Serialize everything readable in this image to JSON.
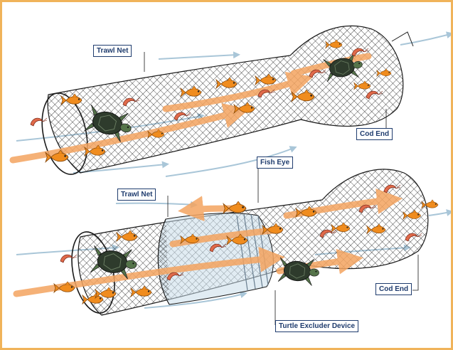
{
  "colors": {
    "frame": "#f0b35a",
    "flow": "#f4a460",
    "current": "#a9c6d8",
    "fish": "#f08c1e",
    "turtle_shell": "#2e3b2c",
    "net": "#1a1a1a",
    "label_text": "#1f3c6e"
  },
  "top_diagram": {
    "label_trawl_net": "Trawl Net",
    "label_cod_end": "Cod End"
  },
  "bottom_diagram": {
    "label_fish_eye": "Fish Eye",
    "label_trawl_net": "Trawl Net",
    "label_cod_end": "Cod End",
    "label_ted": "Turtle Excluder Device"
  },
  "icons": [
    "fish-icon",
    "turtle-icon",
    "shrimp-icon",
    "net-mesh",
    "flow-arrow"
  ]
}
